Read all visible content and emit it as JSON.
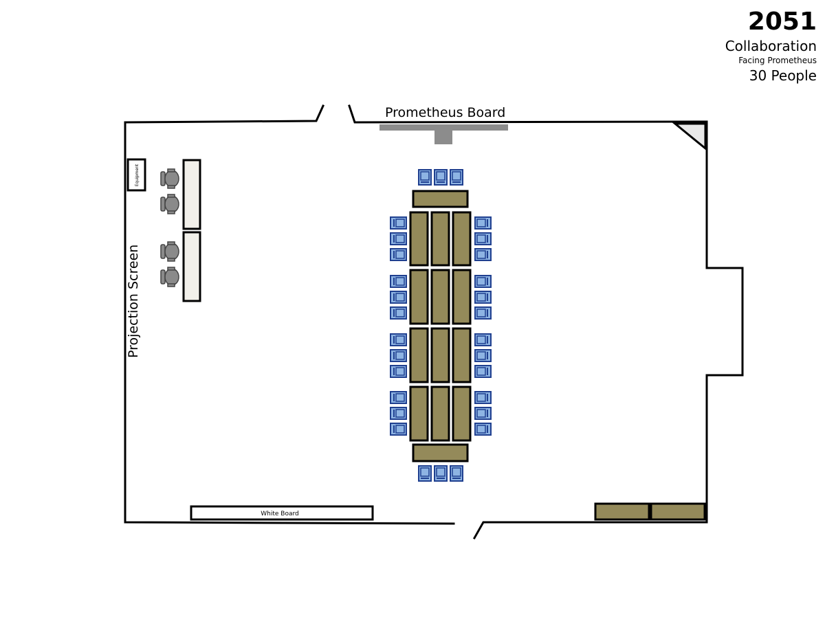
{
  "header": {
    "room_number": "2051",
    "layout_name": "Collaboration",
    "facing": "Facing Prometheus",
    "capacity": "30 People"
  },
  "labels": {
    "prometheus_board": "Prometheus Board",
    "projection_screen": "Projection Screen",
    "white_board": "White Board",
    "equipment": "Equipment"
  },
  "colors": {
    "wall": "#000000",
    "table": "#948a5a",
    "chair_fill": "#8eb4e3",
    "chair_stroke": "#1f3f8f",
    "board": "#8c8c8c",
    "desk": "#f2f0ea",
    "office_chair": "#8a8a8a"
  }
}
